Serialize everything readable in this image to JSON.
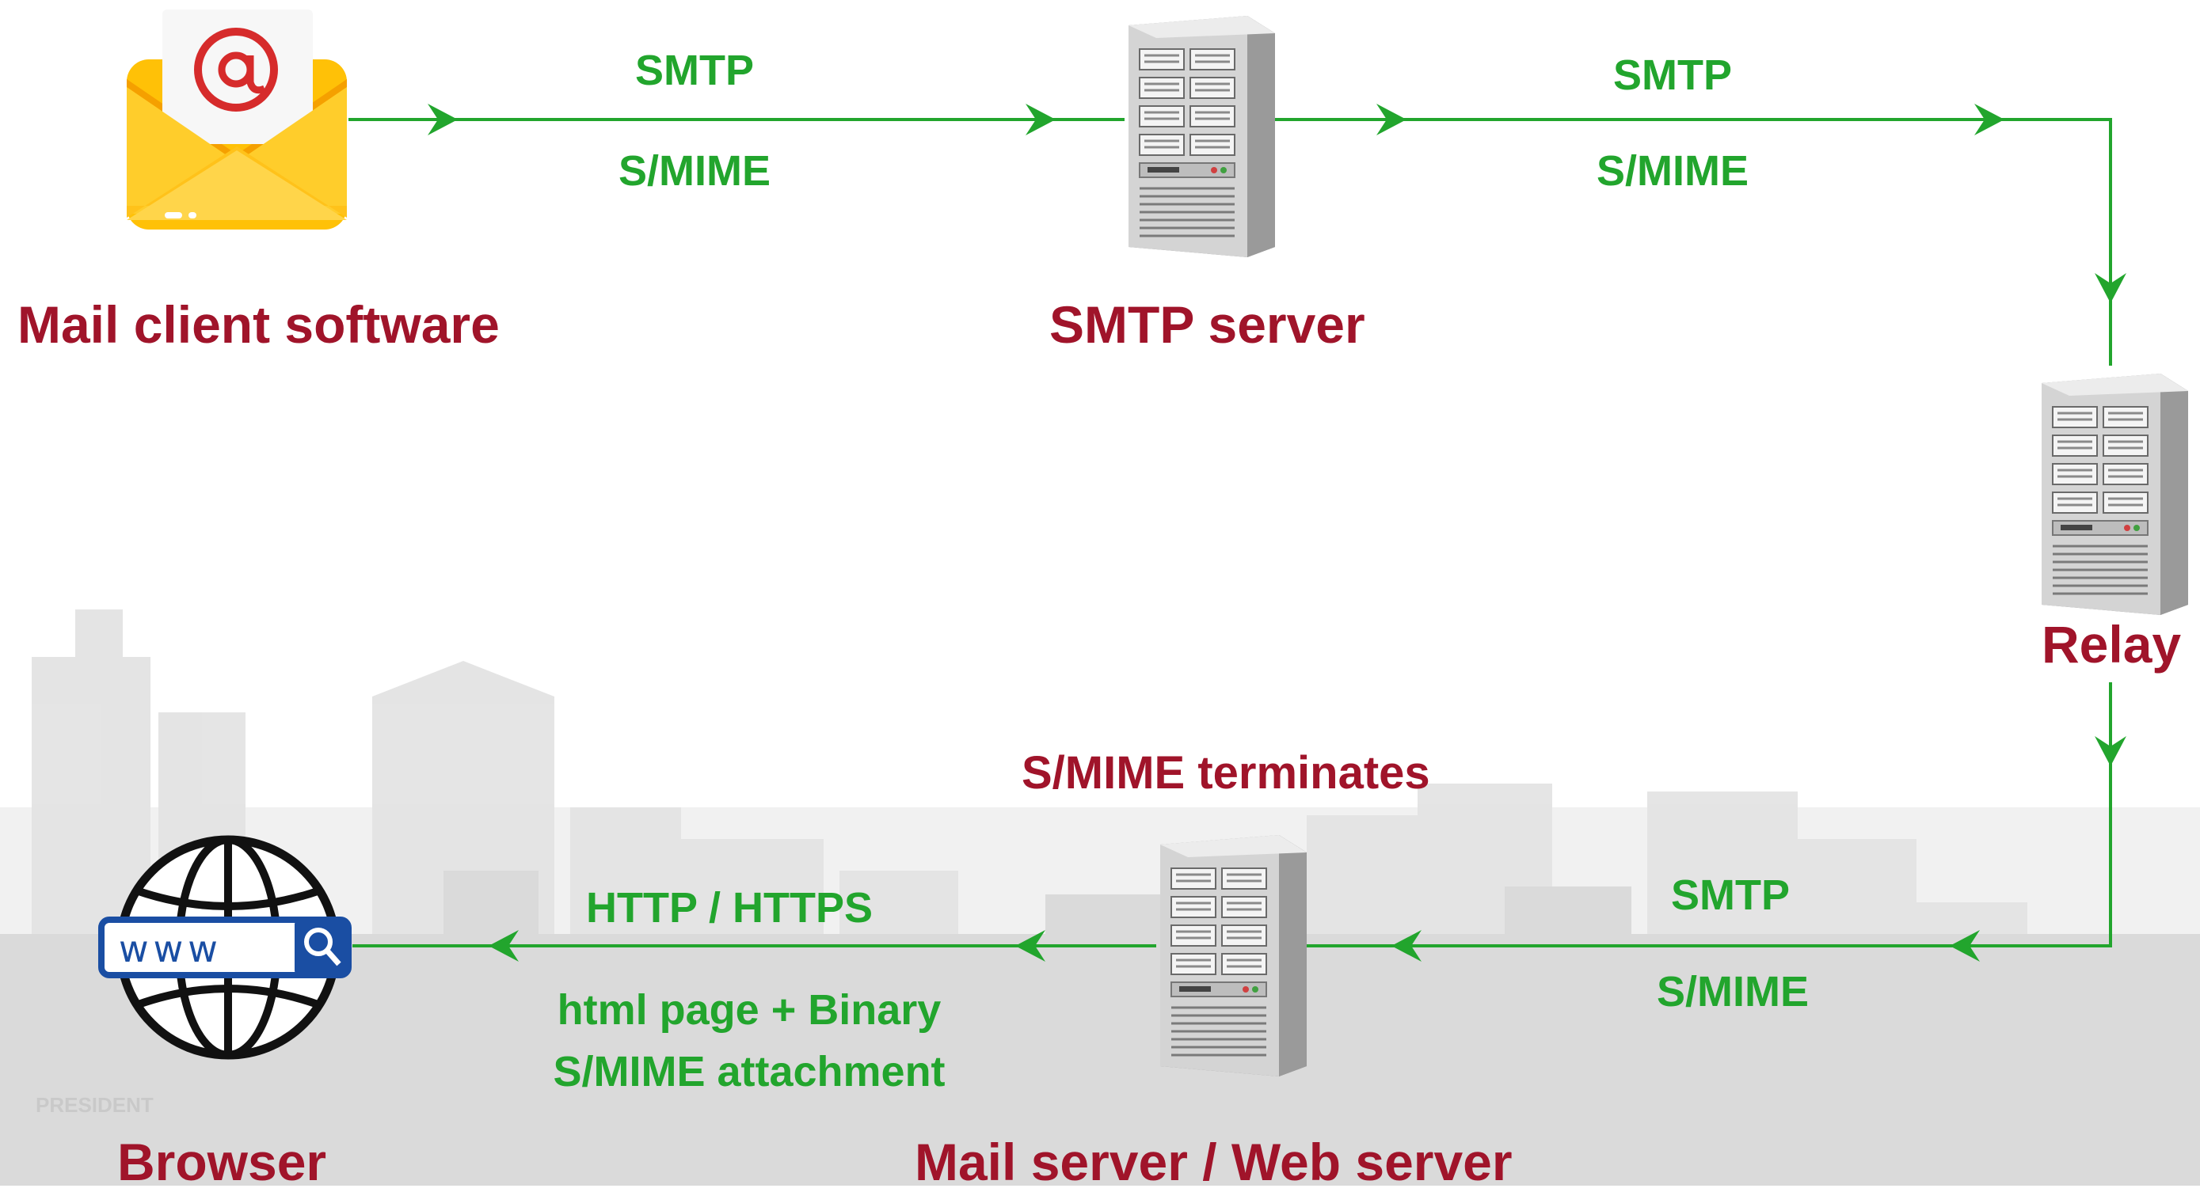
{
  "colors": {
    "flow": "#22a52d",
    "node_label": "#a0142a",
    "protocol_label": "#22a52d",
    "skyline": "#d8d8d8"
  },
  "nodes": {
    "mail_client": {
      "label": "Mail client software",
      "icon": "email-envelope-icon"
    },
    "smtp_server": {
      "label": "SMTP server",
      "icon": "server-tower-icon"
    },
    "relay": {
      "label": "Relay",
      "icon": "server-tower-icon"
    },
    "mail_web_server": {
      "label": "Mail server / Web server",
      "icon": "server-tower-icon",
      "note": "S/MIME terminates"
    },
    "browser": {
      "label": "Browser",
      "icon": "globe-www-icon"
    }
  },
  "links": {
    "client_to_smtp": {
      "protocol": "SMTP",
      "security": "S/MIME"
    },
    "smtp_to_relay": {
      "protocol": "SMTP",
      "security": "S/MIME"
    },
    "relay_to_mailserver": {
      "protocol": "SMTP",
      "security": "S/MIME"
    },
    "mailserver_to_browser": {
      "protocol": "HTTP / HTTPS",
      "payload_line1": "html page + Binary",
      "payload_line2": "S/MIME attachment"
    }
  },
  "browser_icon_text": "www",
  "background_watermark": "PRESIDENT"
}
